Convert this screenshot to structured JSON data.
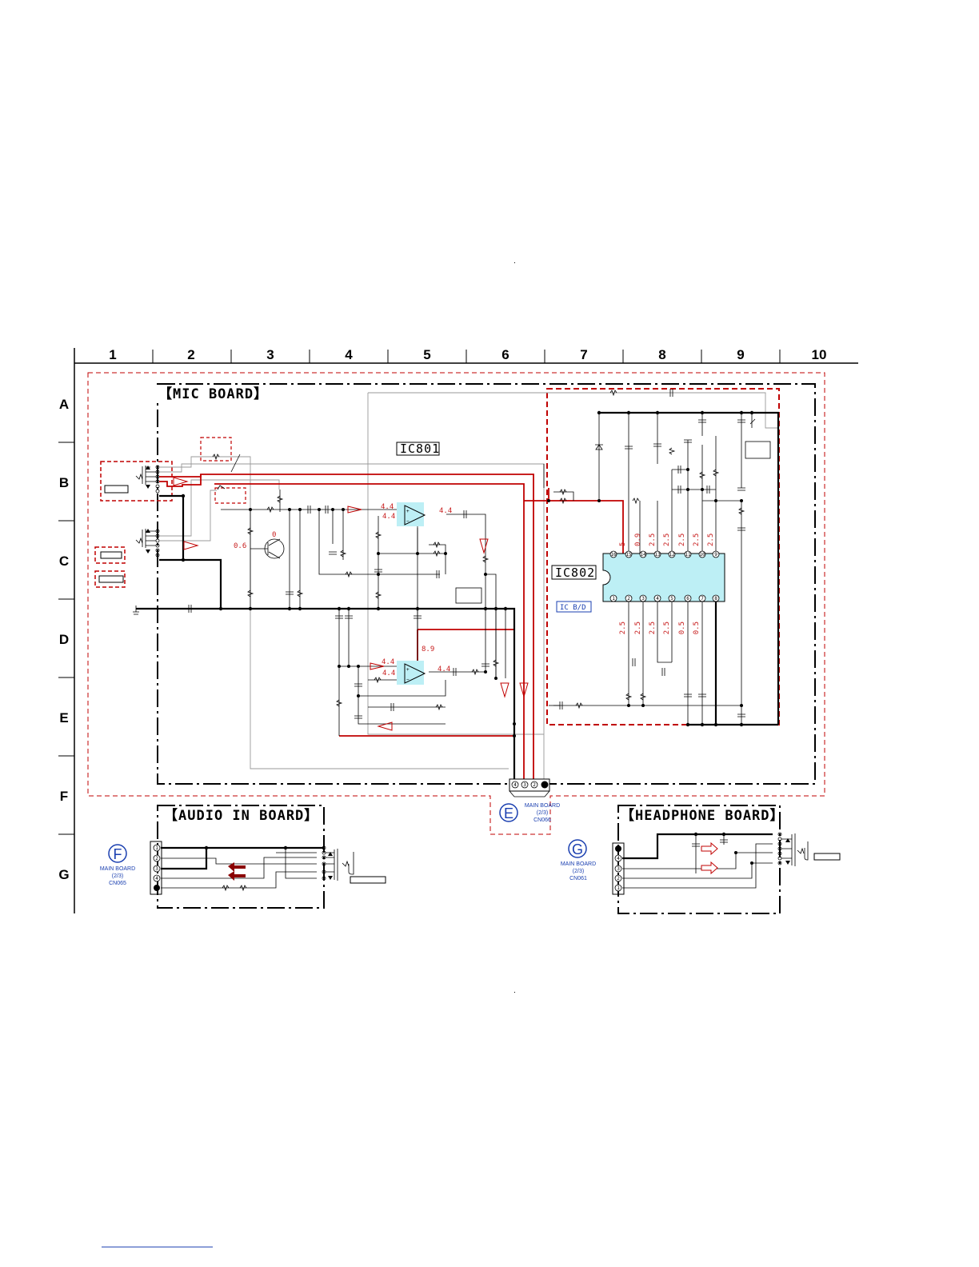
{
  "grid": {
    "columns": [
      "1",
      "2",
      "3",
      "4",
      "5",
      "6",
      "7",
      "8",
      "9",
      "10"
    ],
    "rows": [
      "A",
      "B",
      "C",
      "D",
      "E",
      "F",
      "G"
    ]
  },
  "boards": {
    "mic": "【MIC BOARD】",
    "audio_in": "【AUDIO IN BOARD】",
    "headphone": "【HEADPHONE BOARD】"
  },
  "ics": {
    "ic801": "IC801",
    "ic802": "IC802",
    "ic802_sub": "IC B/D"
  },
  "voltages": {
    "v_4_4_a": "4.4",
    "v_4_4_b": "4.4",
    "v_4_4_c": "4.4",
    "v_4_4_d": "4.4",
    "v_4_4_e": "4.4",
    "v_4_4_f": "4.4",
    "v_0_6": "0.6",
    "v_0": "0",
    "v_8_9": "8.9",
    "top_pins": [
      "5",
      "0.9",
      "2.5",
      "2.5",
      "2.5",
      "2.5",
      "2.5"
    ],
    "bottom_pins": [
      "2.5",
      "2.5",
      "2.5",
      "2.5",
      "0.5",
      "0.5"
    ]
  },
  "ic802_pins": {
    "top": [
      "16",
      "15",
      "14",
      "13",
      "12",
      "11",
      "10",
      "9"
    ],
    "bottom": [
      "1",
      "2",
      "3",
      "4",
      "5",
      "6",
      "7",
      "8"
    ]
  },
  "connectors": {
    "E": {
      "letter": "E",
      "line1": "MAIN BOARD",
      "line2": "(2/3)",
      "line3": "CN066",
      "pins": [
        "4",
        "3",
        "2",
        "1"
      ]
    },
    "F": {
      "letter": "F",
      "line1": "MAIN BOARD",
      "line2": "(2/3)",
      "line3": "CN065",
      "pins": [
        "1",
        "2",
        "3",
        "4",
        "5"
      ]
    },
    "G": {
      "letter": "G",
      "line1": "MAIN BOARD",
      "line2": "(2/3)",
      "line3": "CN061",
      "pins": [
        "5",
        "4",
        "3",
        "2",
        "1"
      ]
    }
  },
  "colors": {
    "signal_red": "#c00000",
    "voltage_red": "#c81e1e",
    "ic_fill": "#bdeff5",
    "connector_blue": "#1a3fb0",
    "ground_black": "#000000"
  }
}
